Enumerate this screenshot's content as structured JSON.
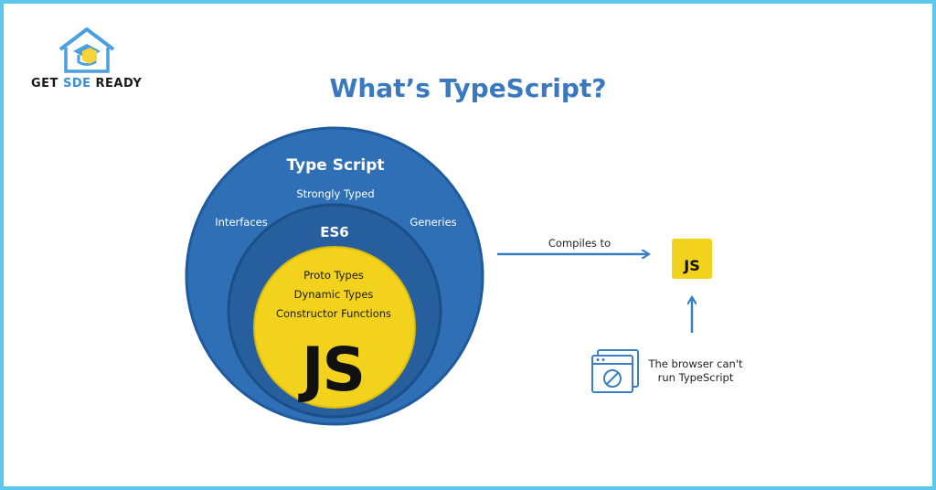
{
  "brand": {
    "name_part1": "GET ",
    "name_part2": "SDE",
    "name_part3": " READY",
    "logo_icon": "house-graduation-cap-logo",
    "colors": {
      "accent": "#3b8fd9",
      "dark": "#1a1a1a"
    }
  },
  "title": "What’s TypeScript?",
  "diagram": {
    "typescript": {
      "label": "Type Script",
      "feature_top": "Strongly Typed",
      "feature_left": "Interfaces",
      "feature_right": "Generies",
      "color": "#2f6fb6"
    },
    "es6": {
      "label": "ES6",
      "color": "#275f9e"
    },
    "javascript": {
      "features": [
        "Proto Types",
        "Dynamic Types",
        "Constructor Functions"
      ],
      "label": "JS",
      "color": "#f2d21c"
    },
    "compile": {
      "label": "Compiles to",
      "target": "JS"
    },
    "browser": {
      "icon": "browser-blocked-icon",
      "note": "The browser can't run TypeScript"
    }
  }
}
